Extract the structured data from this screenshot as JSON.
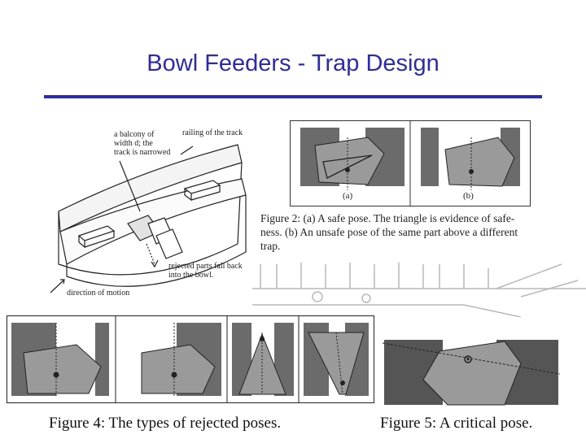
{
  "slide": {
    "title": "Bowl Feeders - Trap Design"
  },
  "figure1": {
    "labels": {
      "balcony": "a balcony of width d; the track is narrowed",
      "railing": "railing of the track",
      "rejected": "rejected parts fall back into the bowl.",
      "direction": "direction of motion"
    }
  },
  "figure2": {
    "panel_a": "(a)",
    "panel_b": "(b)",
    "caption_lines": [
      "Figure 2: (a) A safe pose. The triangle is evidence of safe-",
      "ness. (b) An unsafe pose of the same part above a different",
      "trap."
    ]
  },
  "figure4": {
    "caption": "Figure 4: The types of rejected poses."
  },
  "figure5": {
    "caption": "Figure 5: A critical pose."
  },
  "colors": {
    "title": "#2b2bb0",
    "rule": "#2b2bb0",
    "dark_gray": "#6b6b6b",
    "mid_gray": "#9a9a9a"
  }
}
